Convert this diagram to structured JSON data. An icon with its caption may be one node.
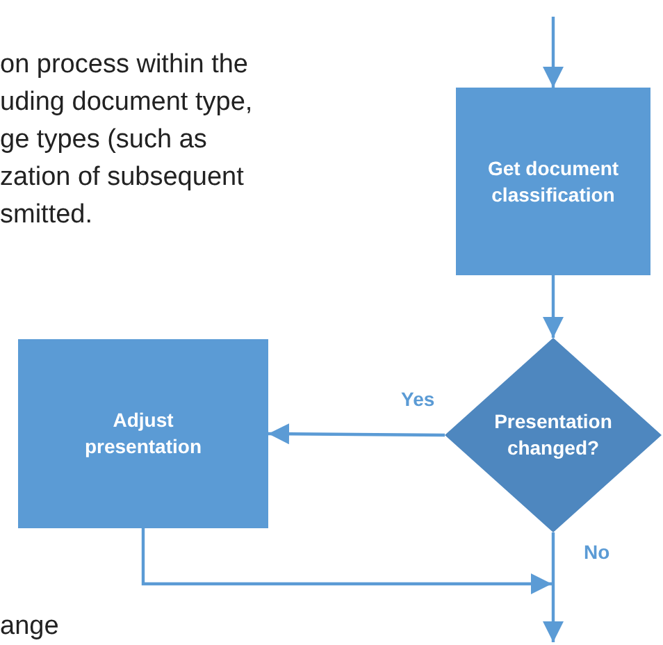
{
  "diagram": {
    "nodes": [
      {
        "text": [
          "Get document classification"
        ]
      },
      {
        "text": [
          "Presentation changed?"
        ]
      },
      {
        "text": [
          "Adjust presentation"
        ]
      }
    ],
    "edges": [
      {
        "from": null,
        "to": 0,
        "arrow": "to"
      },
      {
        "from": 0,
        "to": 1,
        "arrow": "to"
      },
      {
        "from": 1,
        "to": 2,
        "arrow": "to",
        "label": "Yes"
      },
      {
        "from": 1,
        "to": null,
        "arrow": "to",
        "label": "No"
      },
      {
        "from": 2,
        "to": null,
        "arrow": "to"
      }
    ],
    "labels": [
      "on process within the",
      "uding document type,",
      "ge types (such as",
      "zation of subsequent",
      "smitted.",
      "ange"
    ]
  }
}
